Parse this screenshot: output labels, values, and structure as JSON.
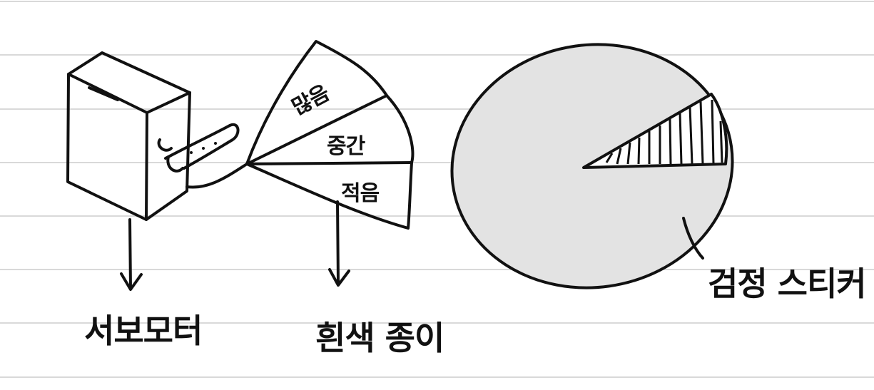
{
  "colors": {
    "ink": "#111111",
    "paper": "#ffffff",
    "rule_line": "#d9d9d9",
    "disc_fill": "#e3e3e3"
  },
  "labels": {
    "servo_motor": "서보모터",
    "white_paper": "흰색 종이",
    "black_sticker": "검정 스티커",
    "segment_high": "많음",
    "segment_mid": "중간",
    "segment_low": "적음"
  },
  "icons": {
    "servo": "servo-motor-icon",
    "fan": "paper-fan-icon",
    "disc": "disc-icon"
  }
}
